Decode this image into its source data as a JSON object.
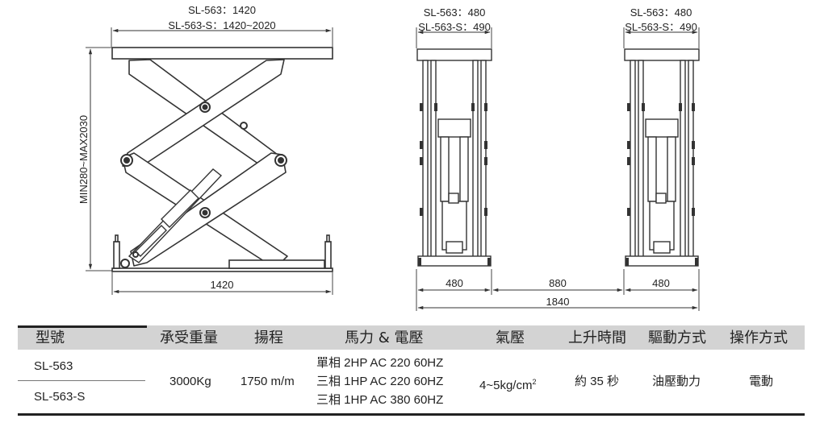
{
  "side_view": {
    "top_dim_line1": "SL-563：1420",
    "top_dim_line2": "SL-563-S：1420~2020",
    "height_dim": "MIN280~MAX2030",
    "bottom_dim": "1420"
  },
  "front_view": {
    "left_top_line1": "SL-563：480",
    "left_top_line2": "SL-563-S：490",
    "right_top_line1": "SL-563：480",
    "right_top_line2": "SL-563-S：490",
    "dim_left": "480",
    "dim_gap": "880",
    "dim_right": "480",
    "dim_total": "1840"
  },
  "spec_table": {
    "headers": [
      "型號",
      "承受重量",
      "揚程",
      "馬力 & 電壓",
      "氣壓",
      "上升時間",
      "驅動方式",
      "操作方式"
    ],
    "models": [
      "SL-563",
      "SL-563-S"
    ],
    "capacity": "3000Kg",
    "lift_height": "1750 m/m",
    "power": [
      "單相 2HP AC 220 60HZ",
      "三相 1HP AC 220 60HZ",
      "三相 1HP AC 380 60HZ"
    ],
    "air_pressure": "4~5kg/cm",
    "air_pressure_unit_sup": "2",
    "rise_time": "約 35 秒",
    "drive": "油壓動力",
    "operation": "電動"
  }
}
